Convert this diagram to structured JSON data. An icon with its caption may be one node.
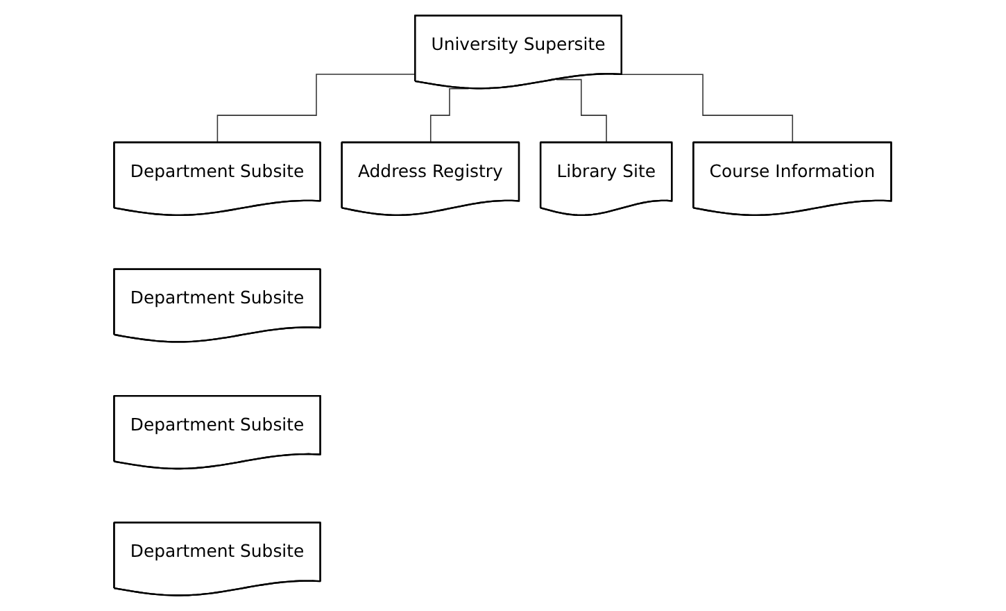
{
  "diagram": {
    "nodes": [
      {
        "text": [
          "University Supersite"
        ]
      },
      {
        "text": [
          "Department Subsite"
        ]
      },
      {
        "text": [
          "Department Subsite"
        ]
      },
      {
        "text": [
          "Department Subsite"
        ]
      },
      {
        "text": [
          "Department Subsite"
        ]
      },
      {
        "text": [
          "Address Registry"
        ]
      },
      {
        "text": [
          "Library Site"
        ]
      },
      {
        "text": [
          "Course Information"
        ]
      }
    ],
    "edges": [
      {
        "from": 0,
        "to": 1,
        "arrow": "none"
      },
      {
        "from": 0,
        "to": 5,
        "arrow": "none"
      },
      {
        "from": 0,
        "to": 6,
        "arrow": "none"
      },
      {
        "from": 0,
        "to": 7,
        "arrow": "none"
      }
    ]
  }
}
